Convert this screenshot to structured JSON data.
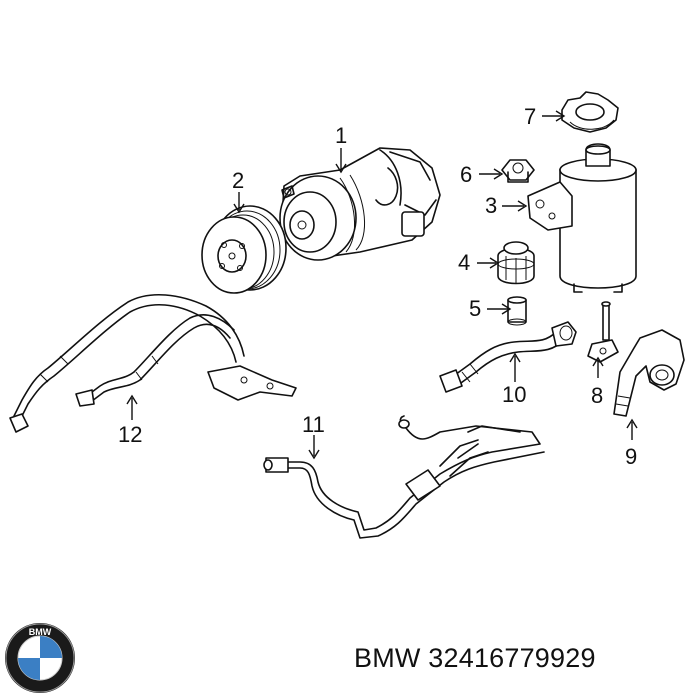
{
  "callouts": [
    "1",
    "2",
    "3",
    "4",
    "5",
    "6",
    "7",
    "8",
    "9",
    "10",
    "11",
    "12"
  ],
  "parts": {
    "1": "power-steering-pump",
    "2": "pump-pulley",
    "3": "fluid-reservoir",
    "4": "reservoir-filter",
    "5": "sleeve",
    "6": "nut",
    "7": "reservoir-cap",
    "8": "connector-bolt",
    "9": "return-hose",
    "10": "suction-hose",
    "11": "pressure-line",
    "12": "return-line"
  },
  "logo": {
    "brand_text": "BMW",
    "colors": {
      "blue": "#3b7fc4",
      "ring": "#1a1a1a"
    }
  },
  "part_number": {
    "brand": "BMW",
    "number": "32416779929"
  }
}
